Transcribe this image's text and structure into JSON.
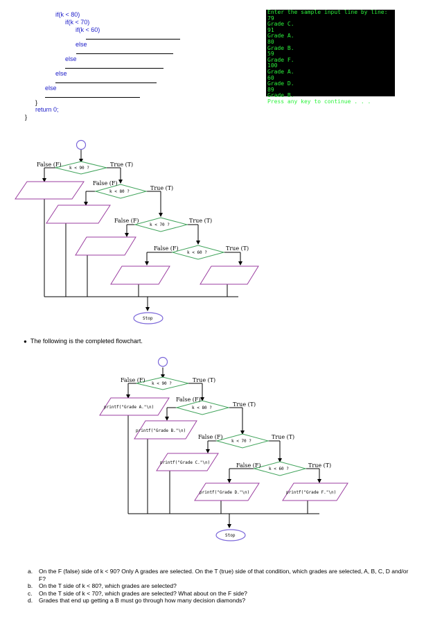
{
  "code": {
    "lines": [
      "if(k < 80)",
      "if(k < 70)",
      "if(k < 60)",
      "else",
      "else",
      "else",
      "else",
      "}",
      "return 0;",
      "}"
    ]
  },
  "console": {
    "lines": [
      "Enter the sample input line by line:",
      "79",
      "Grade C.",
      "91",
      "Grade A.",
      "80",
      "Grade B.",
      "59",
      "Grade F.",
      "100",
      "Grade A.",
      "60",
      "Grade D.",
      "89",
      "Grade B.",
      "Press any key to continue . . ."
    ]
  },
  "flowchart1": {
    "false_label": "False (F)",
    "true_label": "True (T)",
    "conditions": [
      "k < 90 ?",
      "k < 80 ?",
      "k < 70 ?",
      "k < 60 ?"
    ],
    "stop": "Stop"
  },
  "bullet_text": "The following is the completed flowchart.",
  "flowchart2": {
    "false_label": "False (F)",
    "true_label": "True (T)",
    "conditions": [
      "k < 90 ?",
      "k < 80 ?",
      "k < 70 ?",
      "k < 60 ?"
    ],
    "printfs": [
      "printf(\"Grade A.\"\\n)",
      "printf(\"Grade B.\"\\n)",
      "printf(\"Grade C.\"\\n)",
      "printf(\"Grade D.\"\\n)",
      "printf(\"Grade F.\"\\n)"
    ],
    "stop": "Stop"
  },
  "questions": [
    {
      "marker": "a.",
      "text": "On the F (false) side of k < 90? Only A grades are selected. On the T (true) side of that condition, which grades are selected, A, B, C, D and/or F?"
    },
    {
      "marker": "b.",
      "text": "On the T side of k < 80?, which grades are selected?"
    },
    {
      "marker": "c.",
      "text": "On the T side of k < 70?, which grades are selected? What about on the F side?"
    },
    {
      "marker": "d.",
      "text": "Grades that end up getting a B must go through how many decision diamonds?"
    }
  ],
  "colors": {
    "code_blue": "#1a1ac8",
    "console_green": "#2cf23c",
    "flow_purple": "#9b3ea0",
    "flow_green": "#3fa35a",
    "stop_oval": "#7a66d9"
  }
}
